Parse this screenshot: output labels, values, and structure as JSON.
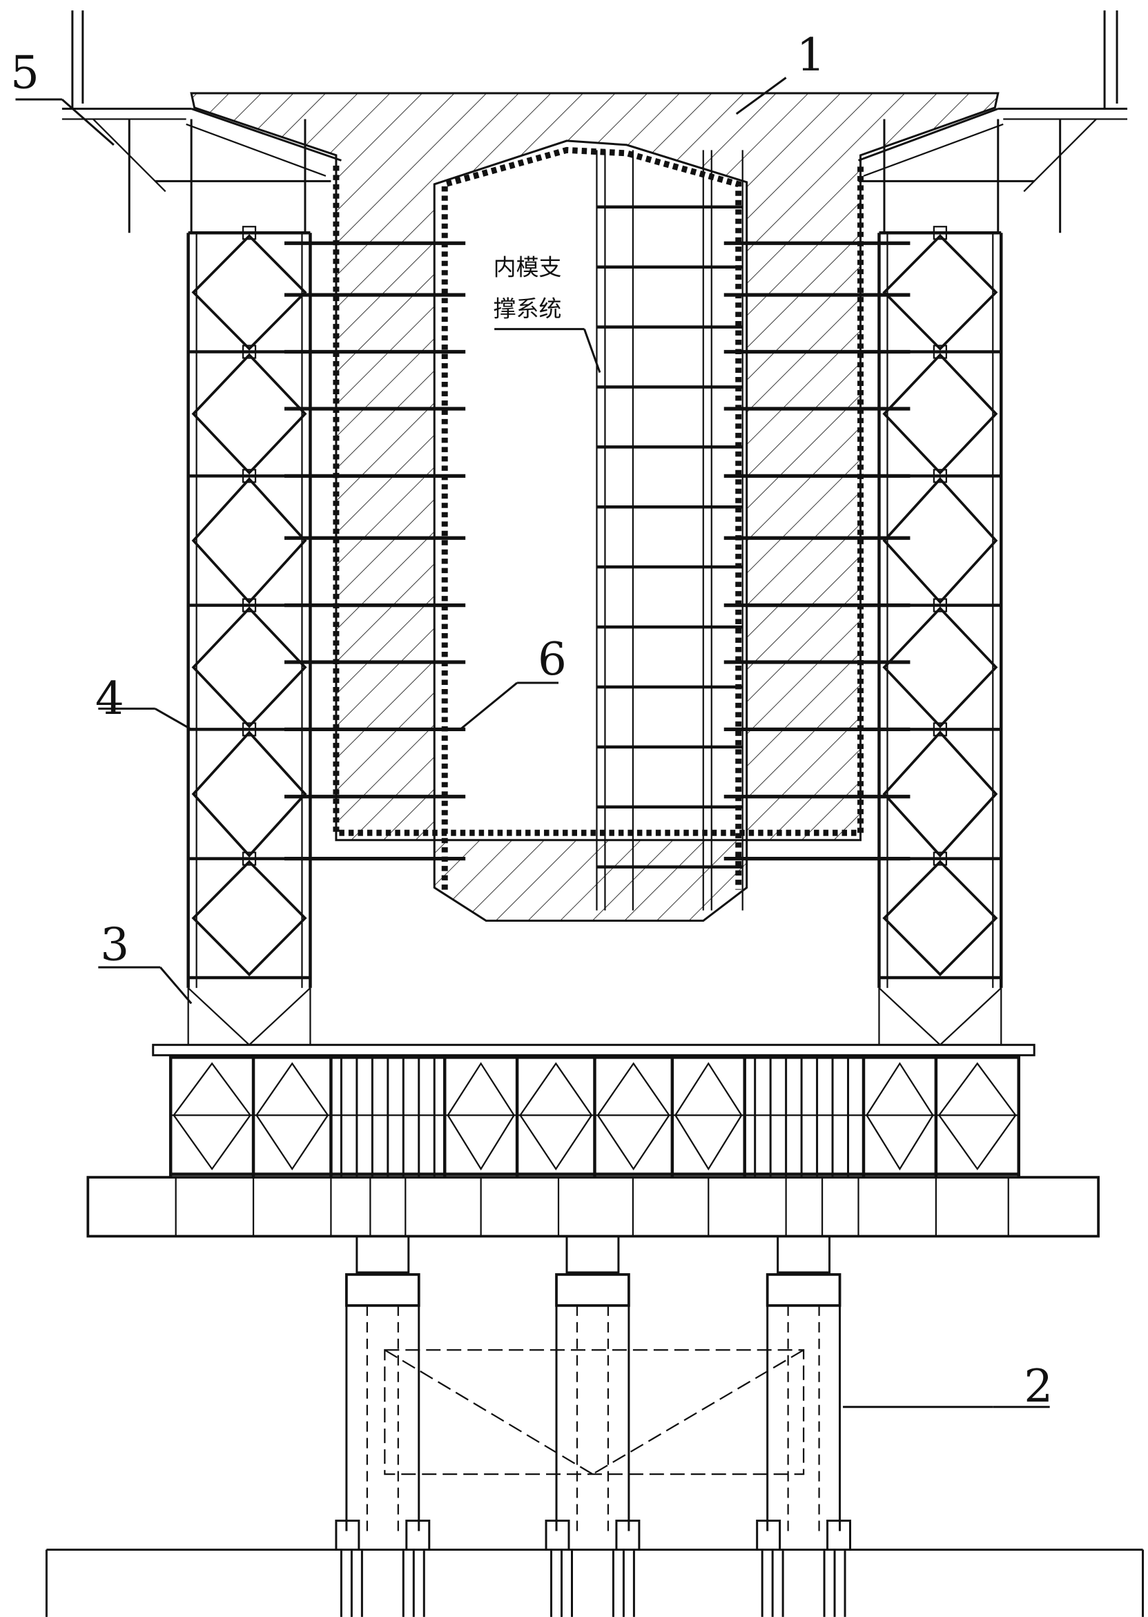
{
  "labels": {
    "l1": "1",
    "l2": "2",
    "l3": "3",
    "l4": "4",
    "l5": "5",
    "l6": "6",
    "inner_support_line1": "内模支",
    "inner_support_line2": "撑系统"
  },
  "colors": {
    "line": "#111111",
    "background": "#ffffff"
  }
}
